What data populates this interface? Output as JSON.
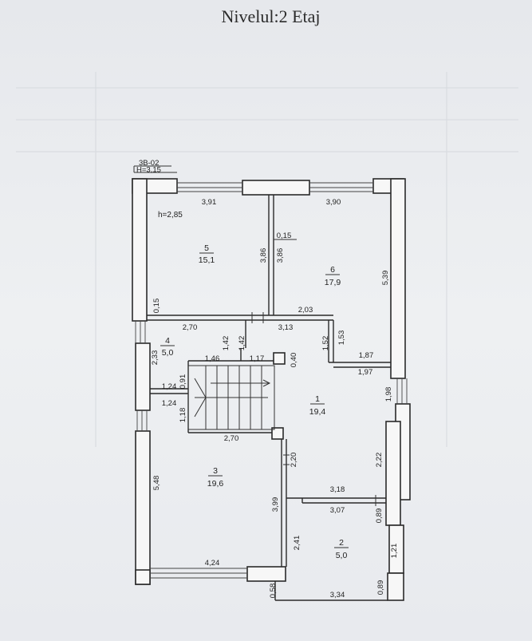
{
  "title": "Nivelul:2 Etaj",
  "stamp": {
    "code": "3B-02",
    "height": "H=3,15"
  },
  "ceiling_height": "h=2,85",
  "rooms": [
    {
      "number": "1",
      "area": "19,4"
    },
    {
      "number": "2",
      "area": "5,0"
    },
    {
      "number": "3",
      "area": "19,6"
    },
    {
      "number": "4",
      "area": "5,0"
    },
    {
      "number": "5",
      "area": "15,1"
    },
    {
      "number": "6",
      "area": "17,9"
    }
  ],
  "dimensions": {
    "d391": "3,91",
    "d390": "3,90",
    "d015a": "0,15",
    "d386a": "3,86",
    "d386b": "3,86",
    "d539": "5,39",
    "d015b": "0,15",
    "d203": "2,03",
    "d270a": "2,70",
    "d313": "3,13",
    "d142a": "1,42",
    "d142b": "1,42",
    "d152": "1,52",
    "d153": "1,53",
    "d233": "2,33",
    "d146": "1,46",
    "d117": "1,17",
    "d040": "0,40",
    "d187": "1,87",
    "d197": "1,97",
    "d124a": "1,24",
    "d091": "0,91",
    "d124b": "1,24",
    "d118": "1,18",
    "d198": "1,98",
    "d270b": "2,70",
    "d220": "2,20",
    "d222": "2,22",
    "d548": "5,48",
    "d318": "3,18",
    "d399": "3,99",
    "d307": "3,07",
    "d089a": "0,89",
    "d241": "2,41",
    "d121": "1,21",
    "d424": "4,24",
    "d058": "0,58",
    "d334": "3,34",
    "d089b": "0,89"
  }
}
